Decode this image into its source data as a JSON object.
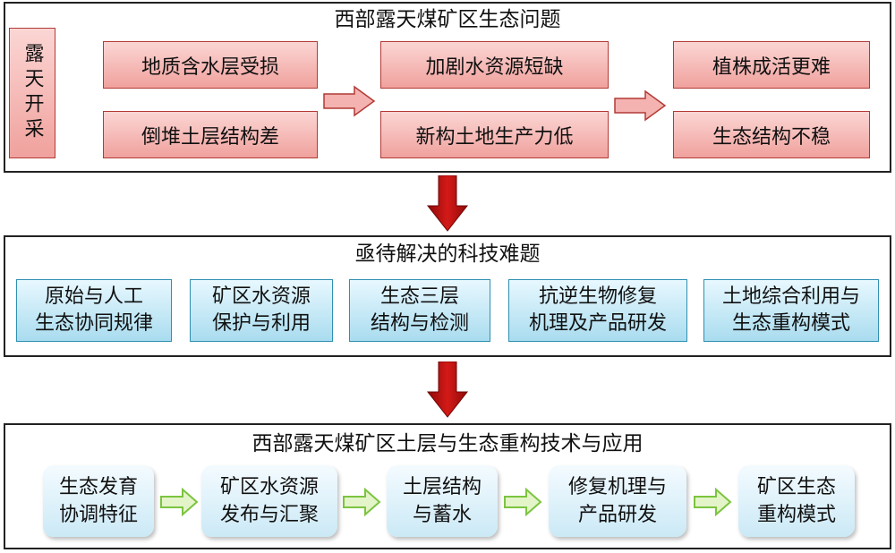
{
  "panel1": {
    "title": "西部露天煤矿区生态问题",
    "left_label": "露天开采",
    "problems_col1": [
      "地质含水层受损",
      "倒堆土层结构差"
    ],
    "problems_col2": [
      "加剧水资源短缺",
      "新构土地生产力低"
    ],
    "problems_col3": [
      "植株成活更难",
      "生态结构不稳"
    ]
  },
  "panel2": {
    "title": "亟待解决的科技难题",
    "items": [
      [
        "原始与人工",
        "生态协同规律"
      ],
      [
        "矿区水资源",
        "保护与利用"
      ],
      [
        "生态三层",
        "结构与检测"
      ],
      [
        "抗逆生物修复",
        "机理及产品研发"
      ],
      [
        "土地综合利用与",
        "生态重构模式"
      ]
    ]
  },
  "panel3": {
    "title": "西部露天煤矿区土层与生态重构技术与应用",
    "steps": [
      [
        "生态发育",
        "协调特征"
      ],
      [
        "矿区水资源",
        "发布与汇聚"
      ],
      [
        "土层结构",
        "与蓄水"
      ],
      [
        "修复机理与",
        "产品研发"
      ],
      [
        "矿区生态",
        "重构模式"
      ]
    ]
  },
  "colors": {
    "pink_box": "#f0a19d",
    "blue_box": "#a9dcef",
    "flow_arrow": "#7cc440",
    "down_arrow": "#c0100f"
  }
}
